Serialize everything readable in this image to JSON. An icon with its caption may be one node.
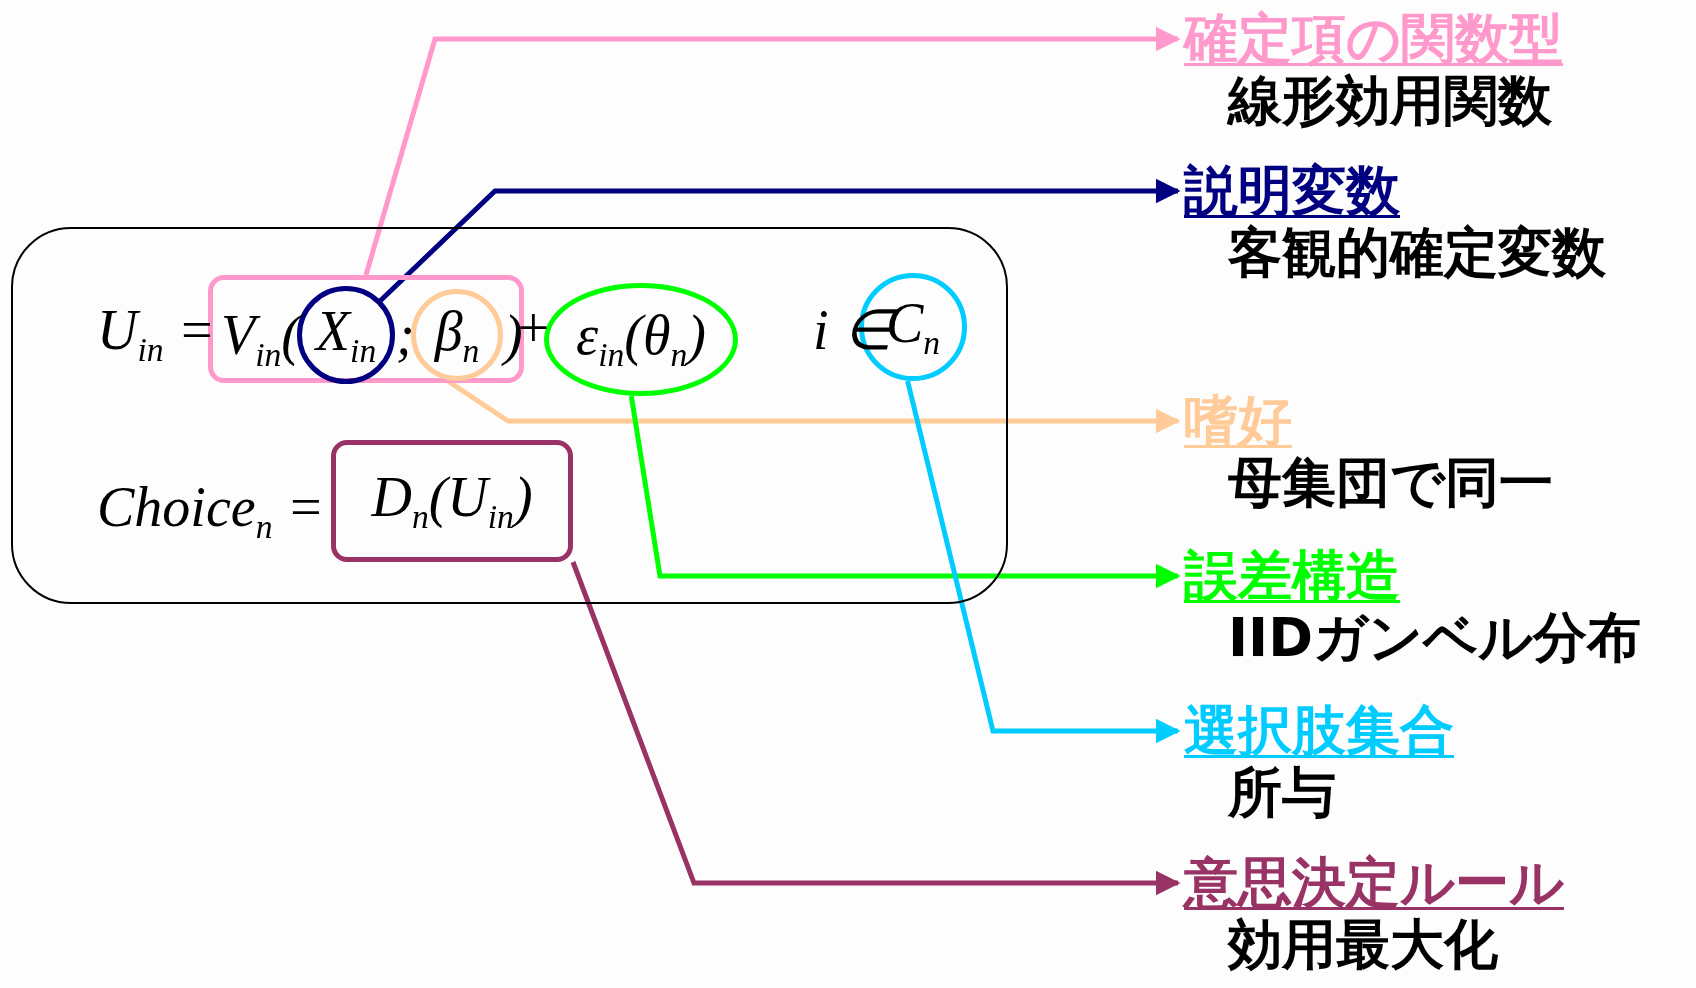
{
  "diagram": {
    "nodes": [
      {
        "text": [
          "U$_{in}$ =",
          "+",
          "i ∈",
          "Choice$_{n}$ ="
        ]
      },
      {
        "text": [
          "V$_{in}$(",
          ";",
          ")"
        ],
        "in": 0
      },
      {
        "text": [
          "X$_{in}$"
        ],
        "in": 1
      },
      {
        "text": [
          "β$_{n}$"
        ],
        "in": 1
      },
      {
        "text": [
          "ε$_{in}$(θ$_{n}$)"
        ],
        "in": 0
      },
      {
        "text": [
          "C$_{n}$"
        ],
        "in": 0
      },
      {
        "text": [
          "D$_{n}$(U$_{in}$)"
        ],
        "in": 0
      },
      {
        "text": [
          "確定項の関数型",
          "線形効用関数"
        ]
      },
      {
        "text": [
          "説明変数",
          "客観的確定変数"
        ]
      },
      {
        "text": [
          "嗜好",
          "母集団で同一"
        ]
      },
      {
        "text": [
          "誤差構造",
          "IIDガンベル分布"
        ]
      },
      {
        "text": [
          "選択肢集合",
          "所与"
        ]
      },
      {
        "text": [
          "意思決定ルール",
          "効用最大化"
        ]
      }
    ],
    "edges": [
      {
        "from": 1,
        "to": 7,
        "arrow": "to",
        "color": "#ff99cc"
      },
      {
        "from": 2,
        "to": 8,
        "arrow": "to",
        "color": "#000080"
      },
      {
        "from": 3,
        "to": 9,
        "arrow": "to",
        "color": "#ffcc99"
      },
      {
        "from": 4,
        "to": 10,
        "arrow": "to",
        "color": "#00ff00"
      },
      {
        "from": 5,
        "to": 11,
        "arrow": "to",
        "color": "#00ccff"
      },
      {
        "from": 6,
        "to": 12,
        "arrow": "to",
        "color": "#993366"
      }
    ]
  }
}
